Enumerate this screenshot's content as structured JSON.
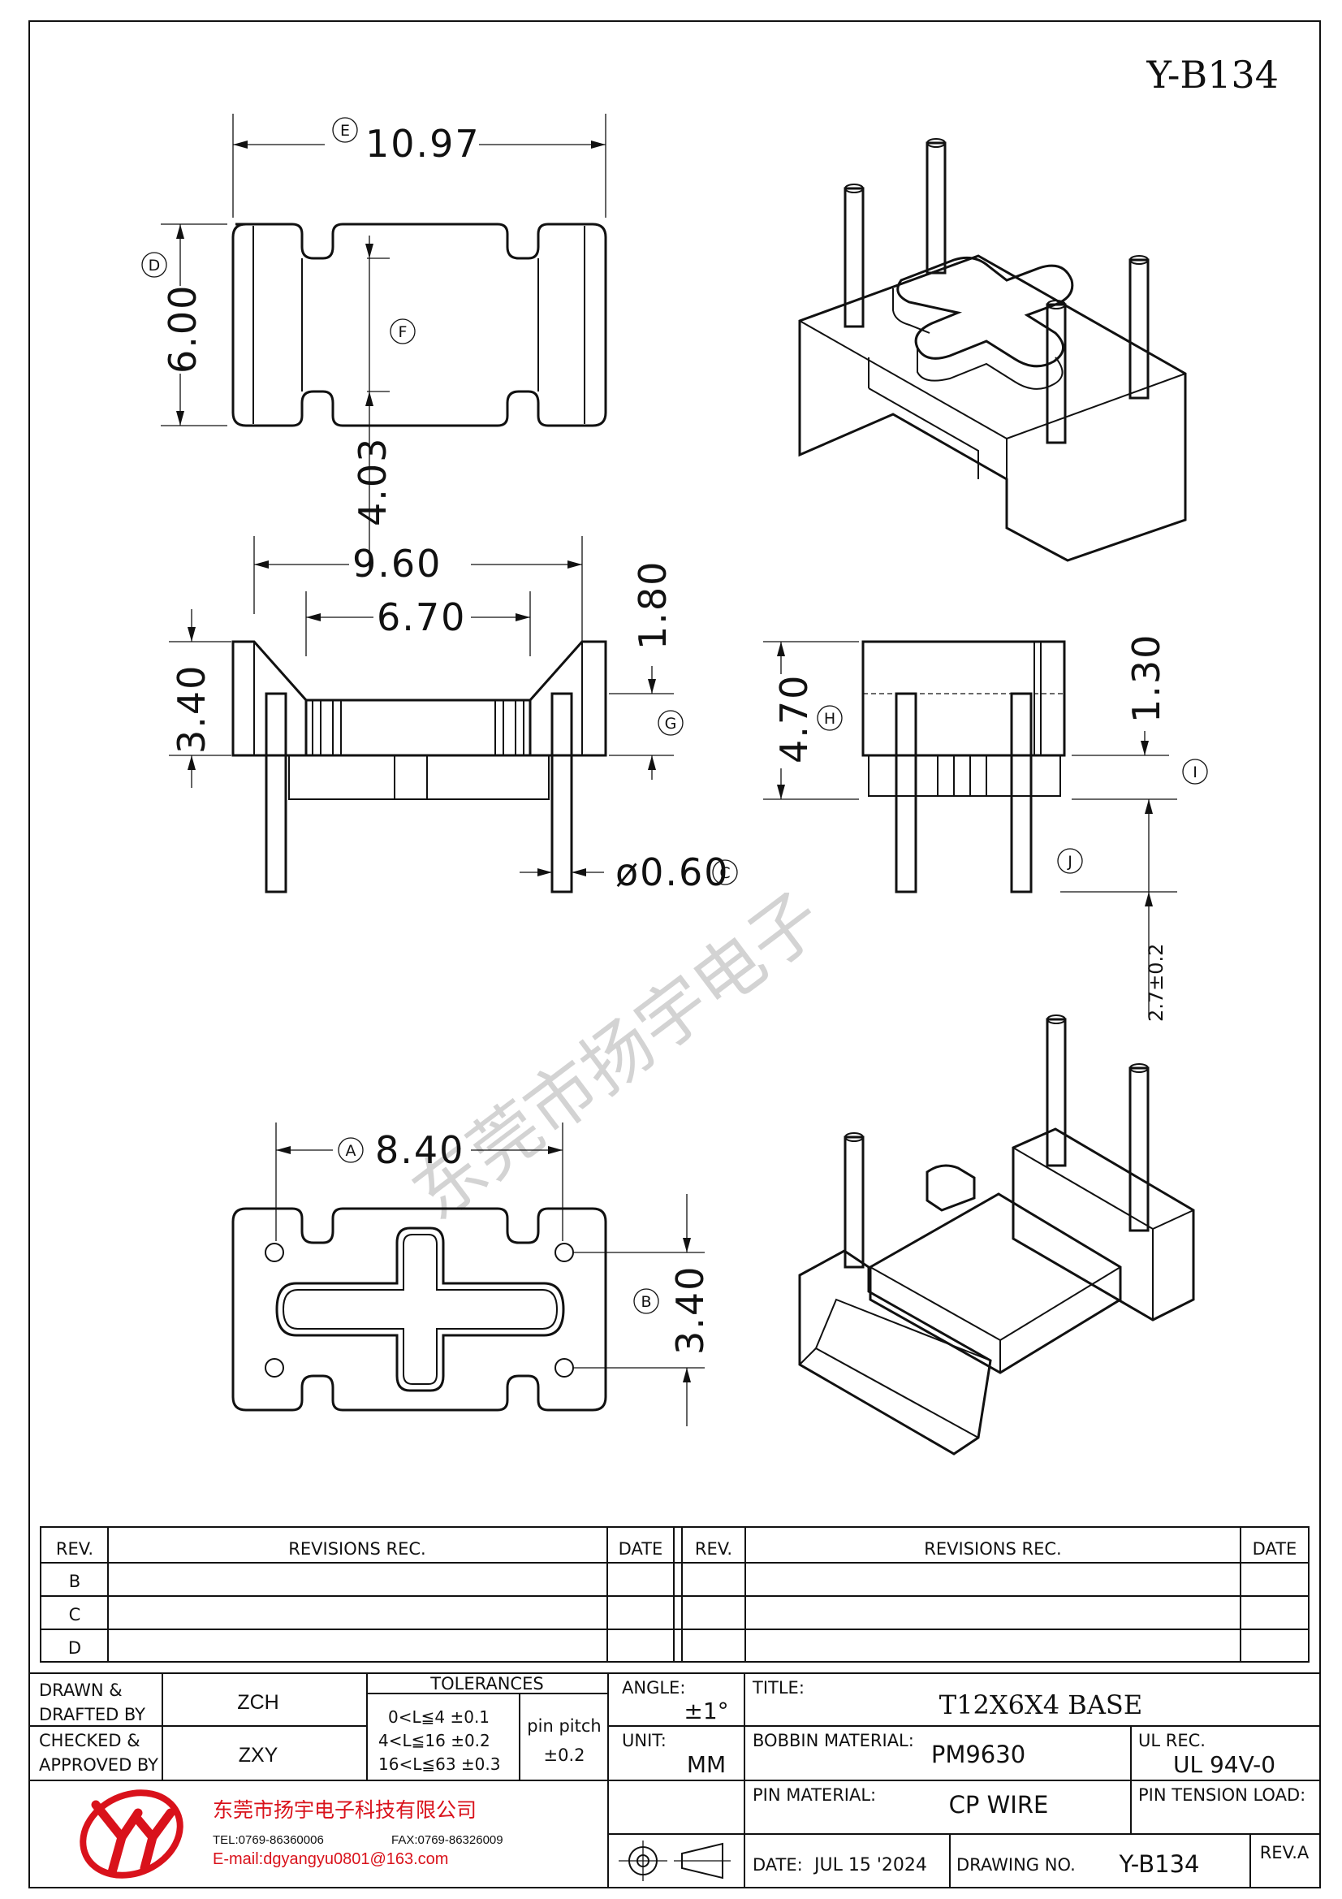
{
  "drawing": {
    "code": "Y-B134",
    "watermark": "东莞市扬宇电子",
    "dimensions": {
      "e_top_width": "10.97",
      "d_height": "6.00",
      "f_slot": "4.03",
      "front_outer": "9.60",
      "front_inner": "6.70",
      "g_step": "1.80",
      "front_height": "3.40",
      "pin_dia": "ø0.60",
      "h_height": "4.70",
      "i_step": "1.30",
      "pin_length": "2.7±0.2",
      "a_pitch": "8.40",
      "b_pitch": "3.40"
    },
    "callouts": {
      "a": "A",
      "b": "B",
      "c": "C",
      "d": "D",
      "e": "E",
      "f": "F",
      "g": "G",
      "h": "H",
      "i": "I",
      "j": "J"
    }
  },
  "revisions": {
    "headers": {
      "rev": "REV.",
      "rec": "REVISIONS   REC.",
      "date": "DATE"
    },
    "rows": [
      "B",
      "C",
      "D"
    ]
  },
  "title_block": {
    "drawn_label_1": "DRAWN  &",
    "drawn_label_2": "DRAFTED BY",
    "drawn_value": "ZCH",
    "checked_label_1": "CHECKED  &",
    "checked_label_2": "APPROVED BY",
    "checked_value": "ZXY",
    "tolerances_label": "TOLERANCES",
    "tol_1": "0<L≦4    ±0.1",
    "tol_2": "4<L≦16  ±0.2",
    "tol_3": "16<L≦63  ±0.3",
    "pin_pitch_label": "pin  pitch",
    "pin_pitch_value": "±0.2",
    "angle_label": "ANGLE:",
    "angle_value": "±1°",
    "unit_label": "UNIT:",
    "unit_value": "MM",
    "title_label": "TITLE:",
    "title_value": "T12X6X4  BASE",
    "bobbin_label": "BOBBIN  MATERIAL:",
    "bobbin_value": "PM9630",
    "ul_label": "UL  REC.",
    "ul_value": "UL  94V-0",
    "pin_material_label": "PIN  MATERIAL:",
    "pin_material_value": "CP  WIRE",
    "pin_tension_label": "PIN  TENSION  LOAD:",
    "date_label": "DATE:",
    "date_value": "JUL 15 '2024",
    "drawing_no_label": "DRAWING  NO.",
    "drawing_no_value": "Y-B134",
    "rev_value": "REV.A",
    "company_name": "东莞市扬宇电子科技有限公司",
    "tel": "TEL:0769-86360006",
    "fax": "FAX:0769-86326009",
    "email": "E-mail:dgyangyu0801@163.com",
    "brand_color": "#d9121b"
  }
}
